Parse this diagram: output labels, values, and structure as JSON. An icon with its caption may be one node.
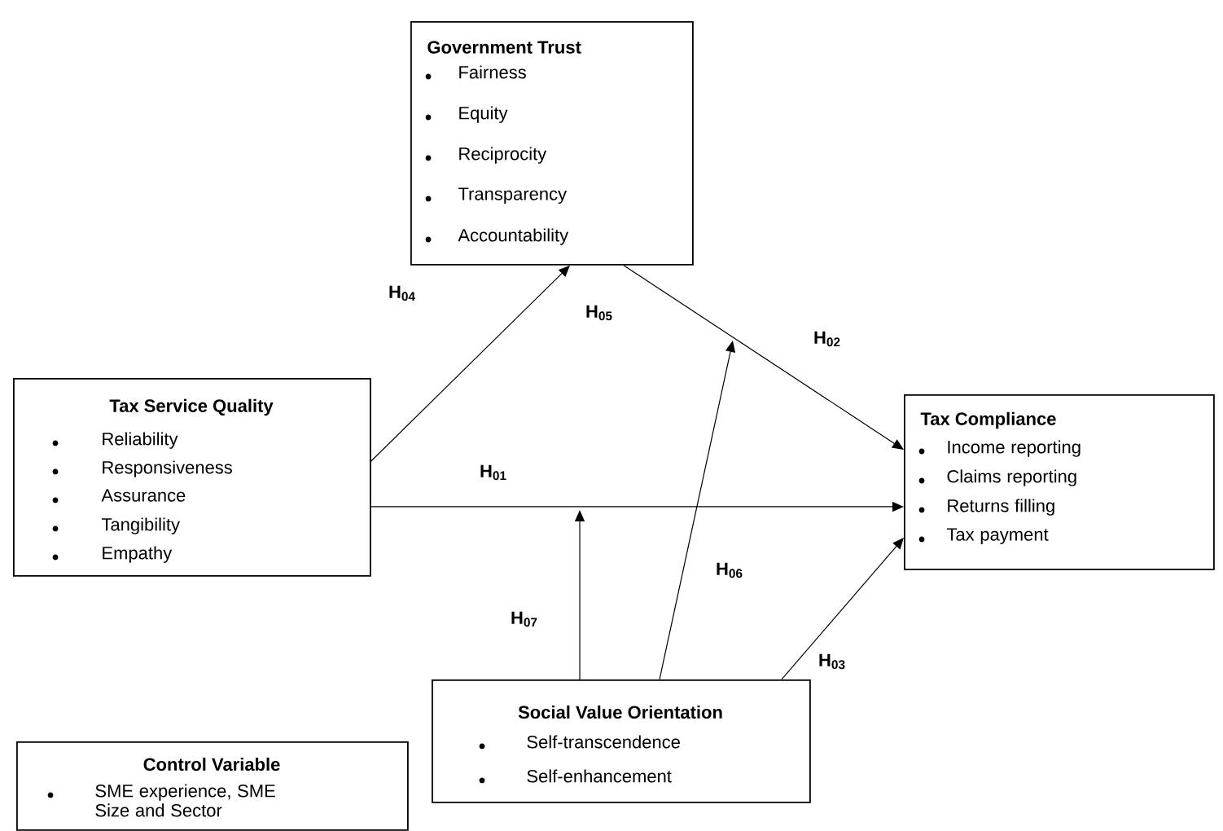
{
  "diagram": {
    "nodes": [
      {
        "text": [
          "Government Trust",
          "Fairness",
          "Equity",
          "Reciprocity",
          "Transparency",
          "Accountability"
        ]
      },
      {
        "text": [
          "Tax Service Quality",
          "Reliability",
          "Responsiveness",
          "Assurance",
          "Tangibility",
          "Empathy"
        ]
      },
      {
        "text": [
          "Tax Compliance",
          "Income reporting",
          "Claims reporting",
          "Returns filling",
          "Tax payment"
        ]
      },
      {
        "text": [
          "Social Value Orientation",
          "Self-transcendence",
          "Self-enhancement"
        ]
      },
      {
        "text": [
          "Control Variable",
          "SME experience, SME Size and Sector"
        ]
      }
    ],
    "edges": [
      {
        "from": 1,
        "to": 0,
        "arrow": "to",
        "label": "H$_{04}$"
      },
      {
        "from": 0,
        "to": 2,
        "arrow": "to",
        "label": "H$_{02}$"
      },
      {
        "from": 1,
        "to": 2,
        "arrow": "to",
        "label": "H$_{01}$"
      },
      {
        "from": 3,
        "to": 2,
        "arrow": "to",
        "label": "H$_{03}$"
      },
      {
        "from": 3,
        "to": null,
        "arrow": "to",
        "label": "H$_{06}$"
      },
      {
        "from": 3,
        "to": null,
        "arrow": "to",
        "label": "H$_{07}$"
      }
    ],
    "labels": [
      "H$_{05}$"
    ]
  }
}
